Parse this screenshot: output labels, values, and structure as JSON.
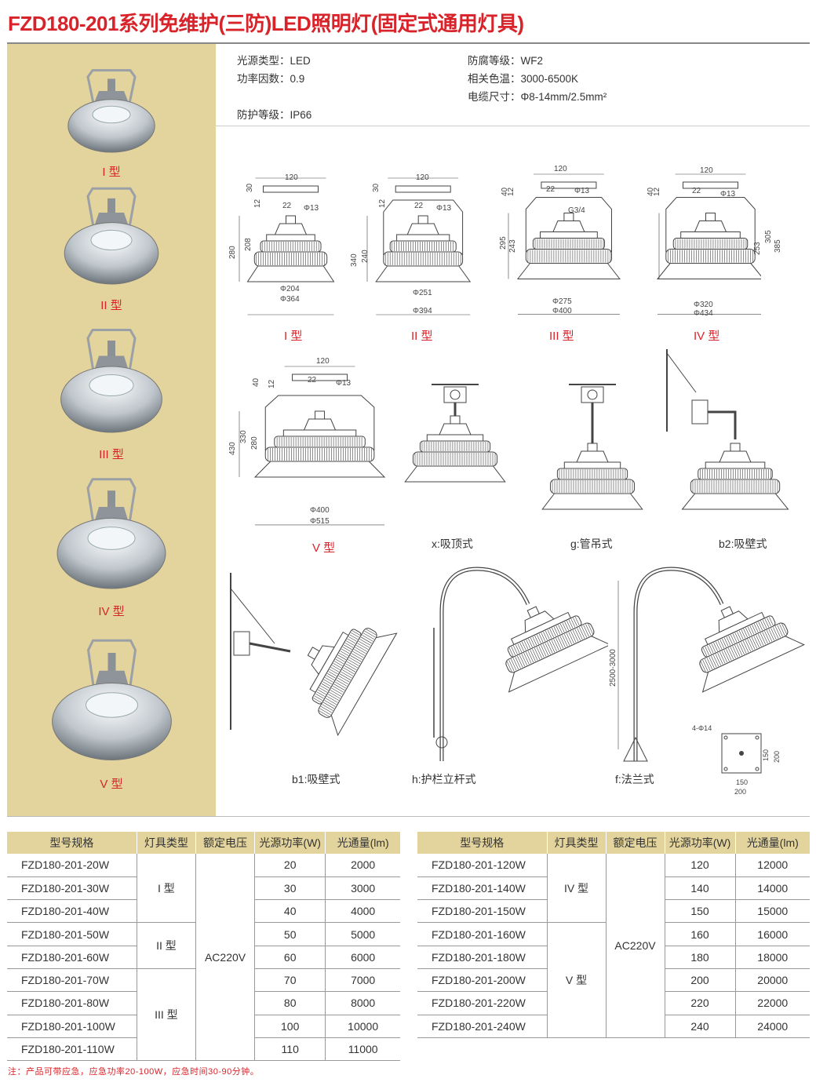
{
  "title": "FZD180-201系列免维护(三防)LED照明灯(固定式通用灯具)",
  "specs": {
    "light_source": "光源类型：LED",
    "power_factor": "功率因数：0.9",
    "protection": "防护等级：IP66",
    "anticorrosion": "防腐等级：WF2",
    "color_temp": "相关色温：3000-6500K",
    "cable": "电缆尺寸：Φ8-14mm/2.5mm²"
  },
  "photos": [
    "I 型",
    "II 型",
    "III 型",
    "IV 型",
    "V 型"
  ],
  "drawings": {
    "t1": {
      "cap": "I 型",
      "dims": [
        "120",
        "30",
        "12",
        "22",
        "Φ13",
        "280",
        "208",
        "Φ204",
        "Φ364"
      ]
    },
    "t2": {
      "cap": "II 型",
      "dims": [
        "120",
        "30",
        "12",
        "22",
        "Φ13",
        "340",
        "240",
        "Φ251",
        "Φ394"
      ]
    },
    "t3": {
      "cap": "III 型",
      "dims": [
        "120",
        "40",
        "12",
        "22",
        "Φ13",
        "G3/4",
        "295",
        "243",
        "Φ275",
        "Φ400"
      ]
    },
    "t4": {
      "cap": "IV 型",
      "dims": [
        "120",
        "40",
        "12",
        "22",
        "Φ13",
        "253",
        "305",
        "385",
        "Φ320",
        "Φ434"
      ]
    },
    "t5": {
      "cap": "V 型",
      "dims": [
        "120",
        "40",
        "12",
        "22",
        "Φ13",
        "430",
        "330",
        "280",
        "Φ400",
        "Φ515"
      ]
    },
    "x": {
      "cap": "x:吸顶式"
    },
    "g": {
      "cap": "g:管吊式"
    },
    "b2": {
      "cap": "b2:吸壁式"
    },
    "b1": {
      "cap": "b1:吸壁式"
    },
    "h": {
      "cap": "h:护栏立杆式"
    },
    "f": {
      "cap": "f:法兰式",
      "height": "2500-3000",
      "holes": "4-Φ14",
      "dims": [
        "150",
        "200",
        "150",
        "200"
      ]
    }
  },
  "table_left": {
    "headers": [
      "型号规格",
      "灯具类型",
      "额定电压",
      "光源功率(W)",
      "光通量(lm)"
    ],
    "voltage": "AC220V",
    "types": [
      "I 型",
      "II 型",
      "III 型"
    ],
    "rows": [
      [
        "FZD180-201-20W",
        "20",
        "2000"
      ],
      [
        "FZD180-201-30W",
        "30",
        "3000"
      ],
      [
        "FZD180-201-40W",
        "40",
        "4000"
      ],
      [
        "FZD180-201-50W",
        "50",
        "5000"
      ],
      [
        "FZD180-201-60W",
        "60",
        "6000"
      ],
      [
        "FZD180-201-70W",
        "70",
        "7000"
      ],
      [
        "FZD180-201-80W",
        "80",
        "8000"
      ],
      [
        "FZD180-201-100W",
        "100",
        "10000"
      ],
      [
        "FZD180-201-110W",
        "110",
        "11000"
      ]
    ]
  },
  "table_right": {
    "headers": [
      "型号规格",
      "灯具类型",
      "额定电压",
      "光源功率(W)",
      "光通量(lm)"
    ],
    "voltage": "AC220V",
    "types": [
      "IV 型",
      "V 型"
    ],
    "rows": [
      [
        "FZD180-201-120W",
        "120",
        "12000"
      ],
      [
        "FZD180-201-140W",
        "140",
        "14000"
      ],
      [
        "FZD180-201-150W",
        "150",
        "15000"
      ],
      [
        "FZD180-201-160W",
        "160",
        "16000"
      ],
      [
        "FZD180-201-180W",
        "180",
        "18000"
      ],
      [
        "FZD180-201-200W",
        "200",
        "20000"
      ],
      [
        "FZD180-201-220W",
        "220",
        "22000"
      ],
      [
        "FZD180-201-240W",
        "240",
        "24000"
      ]
    ]
  },
  "note": "注：产品可带应急，应急功率20-100W，应急时间30-90分钟。",
  "colors": {
    "title": "#d8232a",
    "panel": "#e3d49d"
  }
}
